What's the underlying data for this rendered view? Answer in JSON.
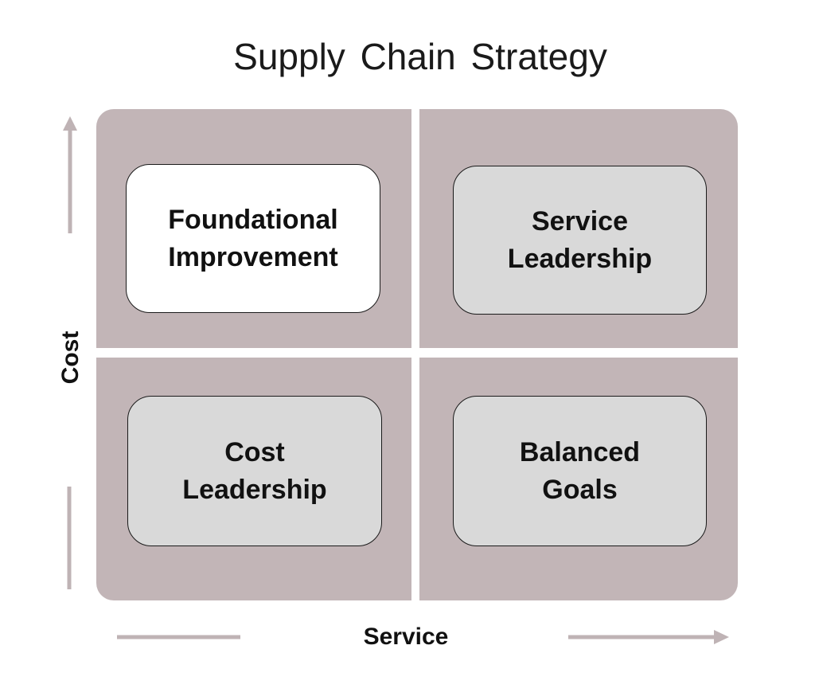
{
  "diagram": {
    "title": "Supply  Chain  Strategy",
    "y_axis_label": "Cost",
    "x_axis_label": "Service",
    "quadrants": {
      "top_left": "Foundational\nImprovement",
      "top_right": "Service\nLeadership",
      "bottom_left": "Cost\nLeadership",
      "bottom_right": "Balanced\nGoals"
    },
    "colors": {
      "quadrant_fill": "#c2b5b7",
      "box_fill_highlight": "#ffffff",
      "box_fill": "#d9d9d9",
      "arrow": "#bfb3b5"
    }
  }
}
